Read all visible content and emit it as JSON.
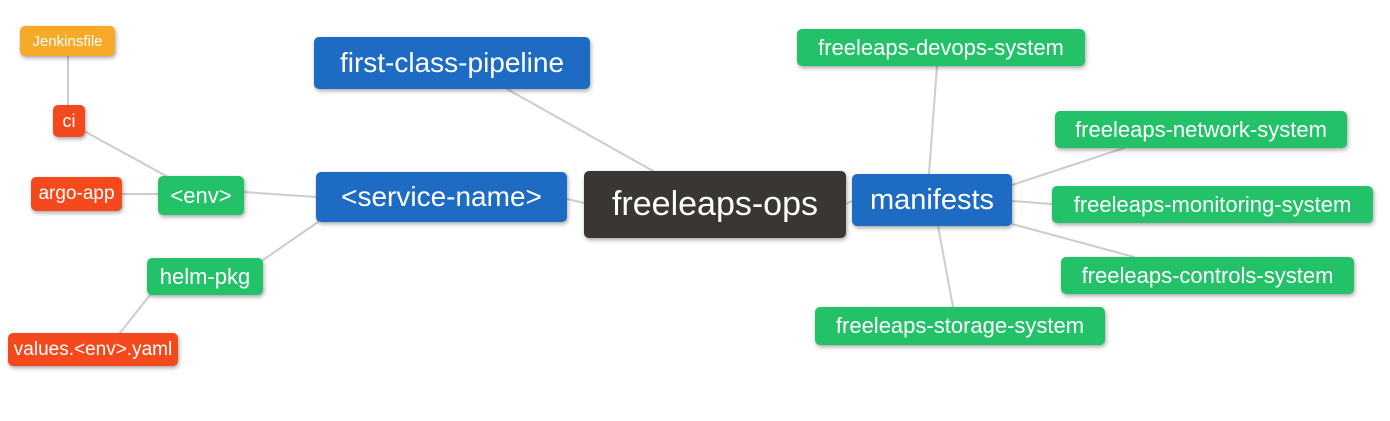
{
  "mindmap": {
    "background_color": "#ffffff",
    "edge_color": "#cccccc",
    "text_color": "#ffffff",
    "palette": {
      "root_dark": "#3a3633",
      "branch_blue": "#1d6bc2",
      "leaf_green": "#24c268",
      "leaf_red": "#f4491c",
      "leaf_amber": "#f7a928"
    },
    "nodes": {
      "freeleaps-ops": {
        "label": "freeleaps-ops",
        "color": "#3a3633"
      },
      "first-class-pipeline": {
        "label": "first-class-pipeline",
        "color": "#1d6bc2"
      },
      "service-name": {
        "label": "<service-name>",
        "color": "#1d6bc2"
      },
      "manifests": {
        "label": "manifests",
        "color": "#1d6bc2"
      },
      "env": {
        "label": "<env>",
        "color": "#24c268"
      },
      "helm-pkg": {
        "label": "helm-pkg",
        "color": "#24c268"
      },
      "ci": {
        "label": "ci",
        "color": "#f4491c"
      },
      "argo-app": {
        "label": "argo-app",
        "color": "#f4491c"
      },
      "jenkinsfile": {
        "label": "Jenkinsfile",
        "color": "#f7a928"
      },
      "values-env-yaml": {
        "label": "values.<env>.yaml",
        "color": "#f4491c"
      },
      "devops-system": {
        "label": "freeleaps-devops-system",
        "color": "#24c268"
      },
      "network-system": {
        "label": "freeleaps-network-system",
        "color": "#24c268"
      },
      "monitoring-system": {
        "label": "freeleaps-monitoring-system",
        "color": "#24c268"
      },
      "controls-system": {
        "label": "freeleaps-controls-system",
        "color": "#24c268"
      },
      "storage-system": {
        "label": "freeleaps-storage-system",
        "color": "#24c268"
      }
    },
    "edges": [
      {
        "from": "Jenkinsfile",
        "to": "ci"
      },
      {
        "from": "ci",
        "to": "<env>"
      },
      {
        "from": "argo-app",
        "to": "<env>"
      },
      {
        "from": "<env>",
        "to": "<service-name>"
      },
      {
        "from": "helm-pkg",
        "to": "<service-name>"
      },
      {
        "from": "values.<env>.yaml",
        "to": "helm-pkg"
      },
      {
        "from": "<service-name>",
        "to": "freeleaps-ops"
      },
      {
        "from": "first-class-pipeline",
        "to": "freeleaps-ops"
      },
      {
        "from": "manifests",
        "to": "freeleaps-ops"
      },
      {
        "from": "freeleaps-devops-system",
        "to": "manifests"
      },
      {
        "from": "freeleaps-network-system",
        "to": "manifests"
      },
      {
        "from": "freeleaps-monitoring-system",
        "to": "manifests"
      },
      {
        "from": "freeleaps-controls-system",
        "to": "manifests"
      },
      {
        "from": "freeleaps-storage-system",
        "to": "manifests"
      }
    ]
  }
}
